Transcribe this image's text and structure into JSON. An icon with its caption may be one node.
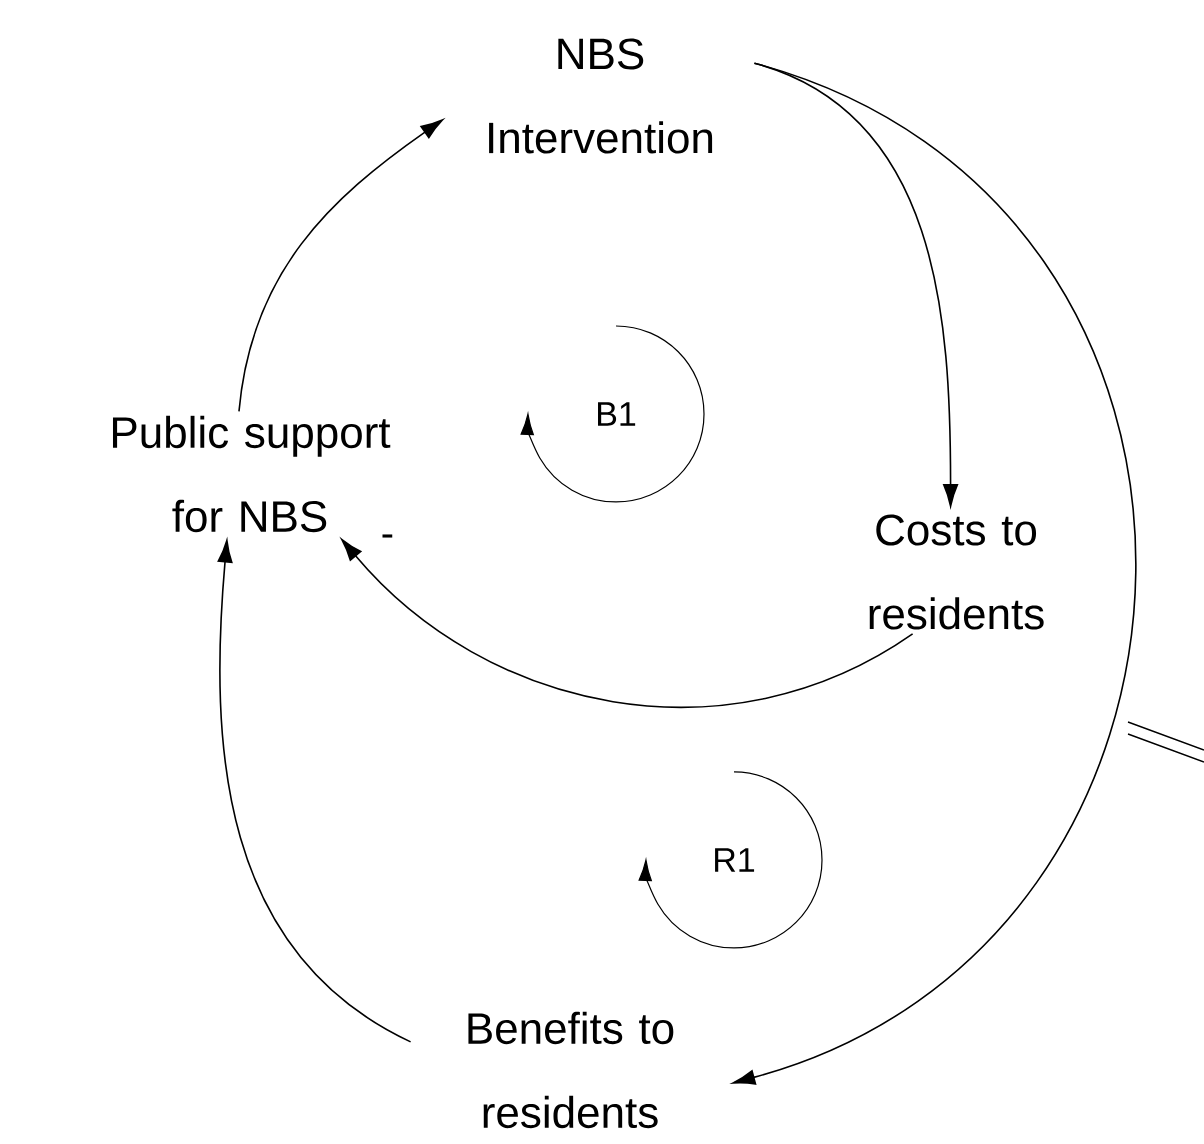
{
  "diagram": {
    "nodes": [
      {
        "text": [
          "NBS Intervention"
        ]
      },
      {
        "text": [
          "Public support for NBS"
        ]
      },
      {
        "text": [
          "Costs to residents"
        ]
      },
      {
        "text": [
          "Benefits to residents"
        ]
      }
    ],
    "edges": [
      {
        "from": 1,
        "to": 0,
        "arrow": "to"
      },
      {
        "from": 0,
        "to": 2,
        "arrow": "to"
      },
      {
        "from": 2,
        "to": 1,
        "arrow": "to",
        "label": "-"
      },
      {
        "from": 0,
        "to": 3,
        "arrow": "to"
      },
      {
        "from": 3,
        "to": 1,
        "arrow": "to"
      }
    ],
    "labels": [
      "B1",
      "R1"
    ]
  }
}
